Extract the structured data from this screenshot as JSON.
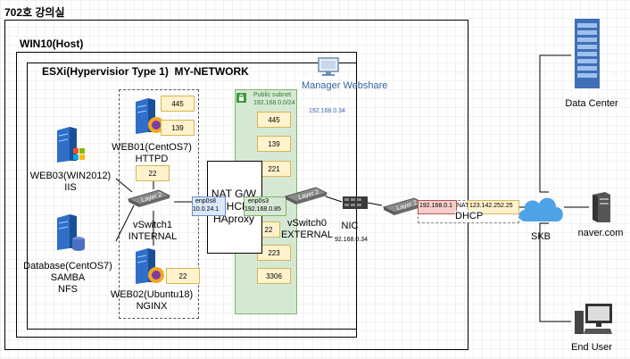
{
  "room": {
    "title": "702호 강의실"
  },
  "host": {
    "title": "WIN10(Host)"
  },
  "esxi": {
    "title": "ESXi(Hypervisior Type 1)",
    "network": "MY-NETWORK"
  },
  "manager": {
    "name": "Manager Webshare",
    "ip": "192.168.0.34"
  },
  "subnet": {
    "name": "Public subnet",
    "cidr": "192.168.0.0/24",
    "ports": [
      "445",
      "139",
      "221",
      "22",
      "223",
      "3306"
    ]
  },
  "web01": {
    "name": "WEB01(CentOS7)",
    "service": "HTTPD",
    "ports": [
      "445",
      "139"
    ],
    "ssh": "22"
  },
  "web02": {
    "name": "WEB02(Ubuntu18)",
    "service": "NGINX",
    "ssh": "22"
  },
  "web03": {
    "name": "WEB03(WIN2012)",
    "service": "IIS"
  },
  "database": {
    "name": "Database(CentOS7)",
    "service1": "SAMBA",
    "service2": "NFS"
  },
  "vswitch1": {
    "name": "vSwitch1",
    "type": "INTERNAL",
    "chip": "Layer 2"
  },
  "vswitch0": {
    "name": "vSwitch0",
    "type": "EXTERNAL",
    "chip": "Layer 2"
  },
  "natgw": {
    "line1": "NAT G/W",
    "line2": "DHCP",
    "line3": "HAproxy"
  },
  "enp0s8": {
    "name": "enp0s8",
    "ip": "10.0.24.1"
  },
  "enp0s3": {
    "name": "enp0s3",
    "ip": "192.168.0.85"
  },
  "nic": {
    "name": "NIC",
    "ip": "92.168.0.34"
  },
  "router": {
    "chip": "Layer 2",
    "inner_ip": "192.168.0.1",
    "nat": "NAT",
    "outer_ip": "123.142.252.25",
    "dhcp": "DHCP"
  },
  "skb": {
    "name": "SKB"
  },
  "datacenter": {
    "name": "Data Center"
  },
  "naver": {
    "name": "naver.com"
  },
  "enduser": {
    "name": "End User"
  },
  "colors": {
    "subnet_fill": "#d5e8d4",
    "port_fill": "#fff2cc",
    "cloud": "#4da3e6",
    "accent_blue": "#3465a4"
  }
}
